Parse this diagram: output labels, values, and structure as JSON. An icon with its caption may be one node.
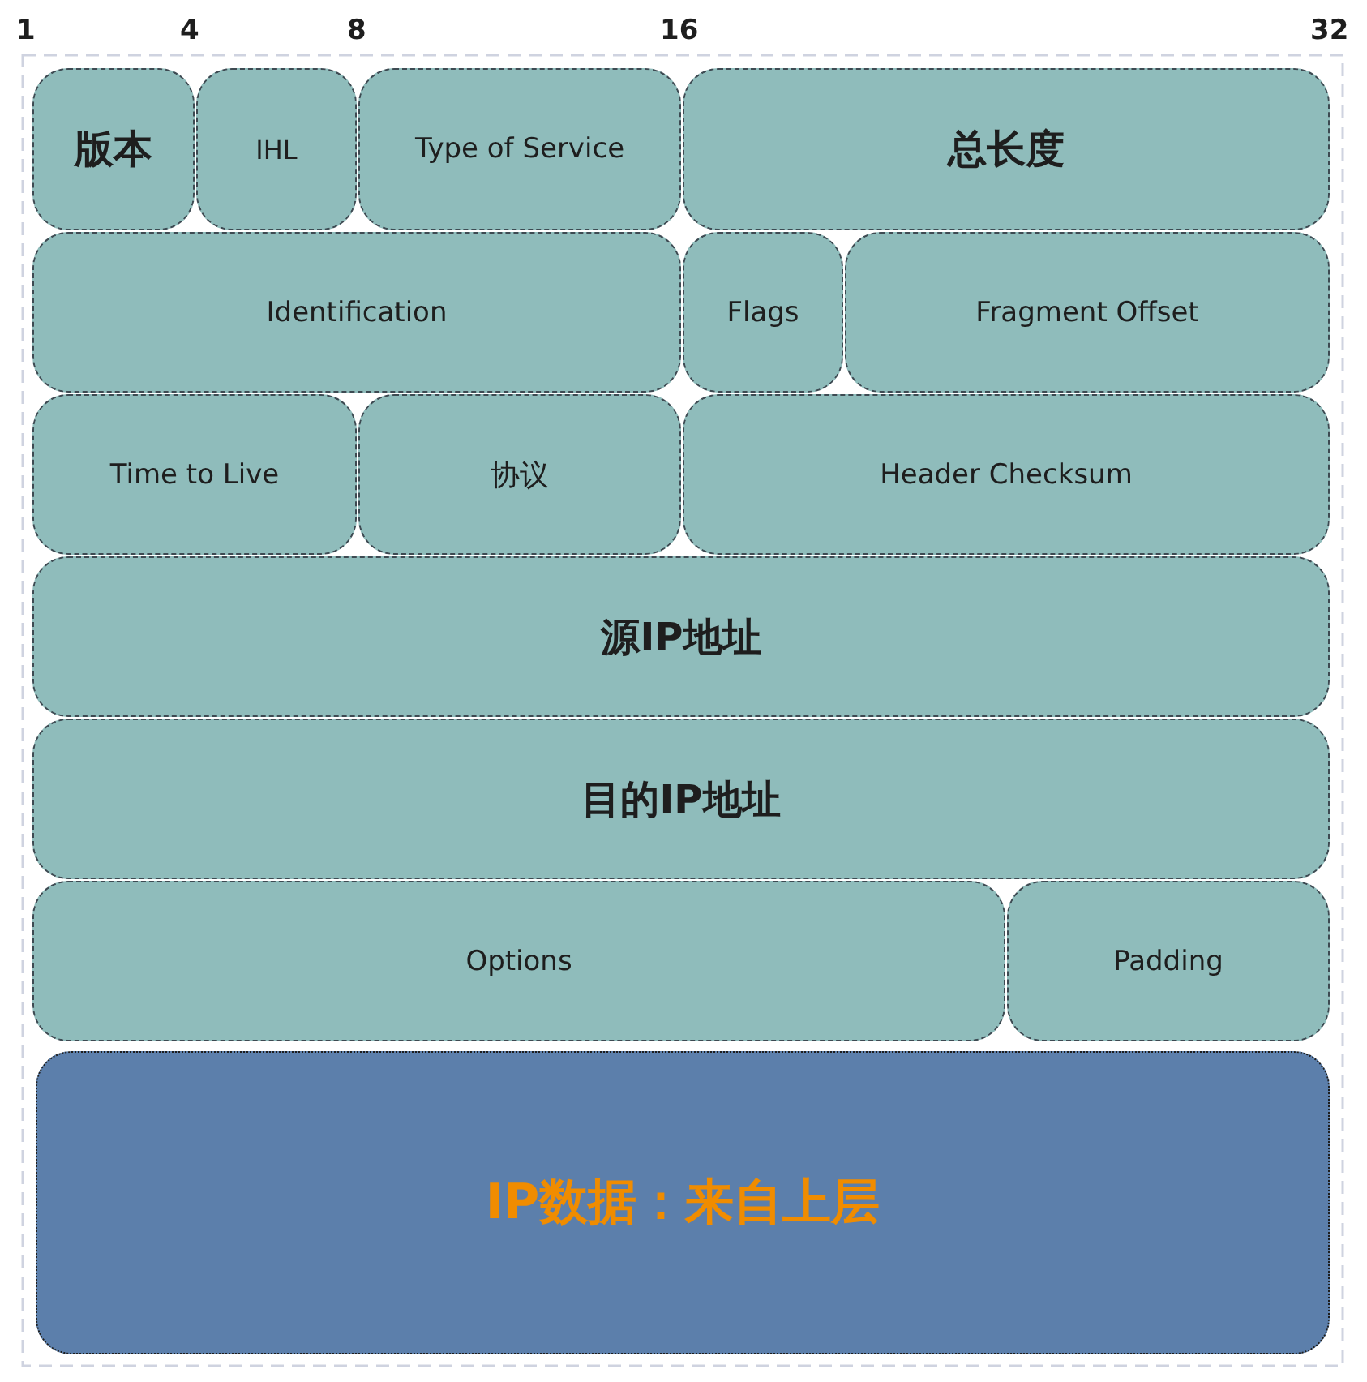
{
  "diagram": {
    "nodes": [
      {
        "text": [
          "版本"
        ]
      },
      {
        "text": [
          "IHL"
        ]
      },
      {
        "text": [
          "Type of Service"
        ]
      },
      {
        "text": [
          "总长度"
        ]
      },
      {
        "text": [
          "Identification"
        ]
      },
      {
        "text": [
          "Flags"
        ]
      },
      {
        "text": [
          "Fragment Offset"
        ]
      },
      {
        "text": [
          "Time to Live"
        ]
      },
      {
        "text": [
          "协议"
        ]
      },
      {
        "text": [
          "Header Checksum"
        ]
      },
      {
        "text": [
          "源IP地址"
        ]
      },
      {
        "text": [
          "目的IP地址"
        ]
      },
      {
        "text": [
          "Options"
        ]
      },
      {
        "text": [
          "Padding"
        ]
      },
      {
        "text": [
          "IP数据：来自上层"
        ]
      }
    ],
    "labels": [
      "1",
      "4",
      "8",
      "16",
      "32"
    ]
  }
}
